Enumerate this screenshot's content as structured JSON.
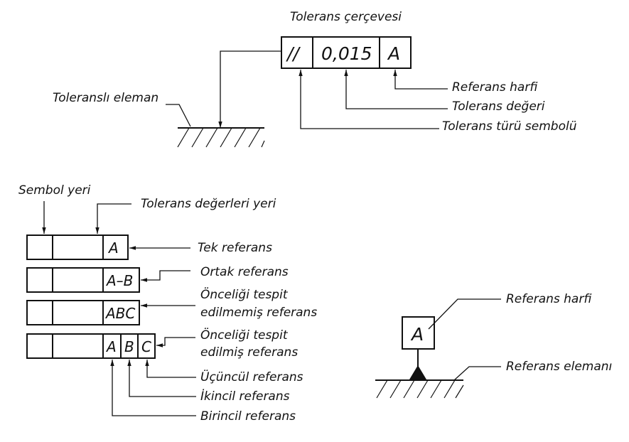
{
  "top": {
    "title": "Tolerans çerçevesi",
    "symbol": "//",
    "value": "0,015",
    "datum": "A",
    "label_element": "Toleranslı eleman",
    "label_datum_letter": "Referans harfi",
    "label_value": "Tolerans değeri",
    "label_type_symbol": "Tolerans türü sembolü"
  },
  "left": {
    "label_symbol_place": "Sembol yeri",
    "label_values_place": "Tolerans değerleri yeri",
    "row1_datum": "A",
    "row1_label": "Tek referans",
    "row2_datum": "A–B",
    "row2_label": "Ortak referans",
    "row3_datum": "ABC",
    "row3_label_l1": "Önceliği tespit",
    "row3_label_l2": "edilmemiş referans",
    "row4_datum_a": "A",
    "row4_datum_b": "B",
    "row4_datum_c": "C",
    "row4_label_l1": "Önceliği tespit",
    "row4_label_l2": "edilmiş referans",
    "tertiary": "Üçüncül referans",
    "secondary": "İkincil referans",
    "primary": "Birincil referans"
  },
  "right": {
    "datum_letter": "A",
    "label_letter": "Referans harfi",
    "label_element": "Referans elemanı"
  }
}
